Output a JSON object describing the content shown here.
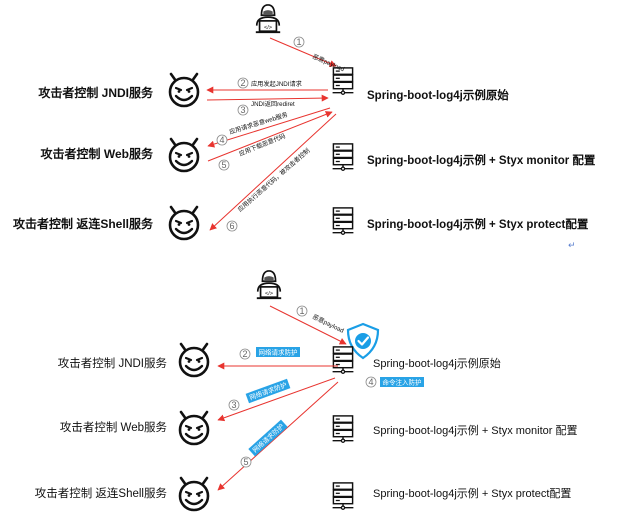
{
  "colors": {
    "arrow": "#e8342f",
    "tag": "#29a3e6",
    "shield": "#1a9ee6",
    "line": "#222222",
    "circle": "#8a8a8a"
  },
  "top": {
    "attacker_labels": {
      "jndi": "攻击者控制 JNDI服务",
      "web": "攻击者控制 Web服务",
      "shell": "攻击者控制 返连Shell服务"
    },
    "server_labels": {
      "origin": "Spring-boot-log4j示例原始",
      "monitor": "Spring-boot-log4j示例 + Styx monitor 配置",
      "protect": "Spring-boot-log4j示例 + Styx protect配置"
    },
    "steps": [
      {
        "num": "1",
        "text": "恶意payload"
      },
      {
        "num": "2",
        "text": "应用发起JNDI请求"
      },
      {
        "num": "3",
        "text": "JNDI返回rediret"
      },
      {
        "num": "4",
        "text": "应用请求恶意web服务"
      },
      {
        "num": "5",
        "text": "应用下载恶意代码"
      },
      {
        "num": "6",
        "text": "应用执行恶意代码，被攻击者控制"
      }
    ],
    "enter_mark": "↵"
  },
  "bottom": {
    "attacker_labels": {
      "jndi": "攻击者控制 JNDI服务",
      "web": "攻击者控制 Web服务",
      "shell": "攻击者控制 返连Shell服务"
    },
    "server_labels": {
      "origin": "Spring-boot-log4j示例原始",
      "monitor": "Spring-boot-log4j示例 + Styx monitor 配置",
      "protect": "Spring-boot-log4j示例 + Styx protect配置"
    },
    "steps": [
      {
        "num": "1",
        "text": "恶意payload"
      },
      {
        "num": "2",
        "text": "网络请求防护"
      },
      {
        "num": "3",
        "text": "网络请求防护"
      },
      {
        "num": "4",
        "text": "命令注入防护"
      },
      {
        "num": "5",
        "text": "网络请求防护"
      }
    ]
  },
  "icons": {
    "hacker": "hacker-laptop-icon",
    "server": "server-rack-icon",
    "devil": "devil-face-icon",
    "shield": "shield-check-icon"
  }
}
